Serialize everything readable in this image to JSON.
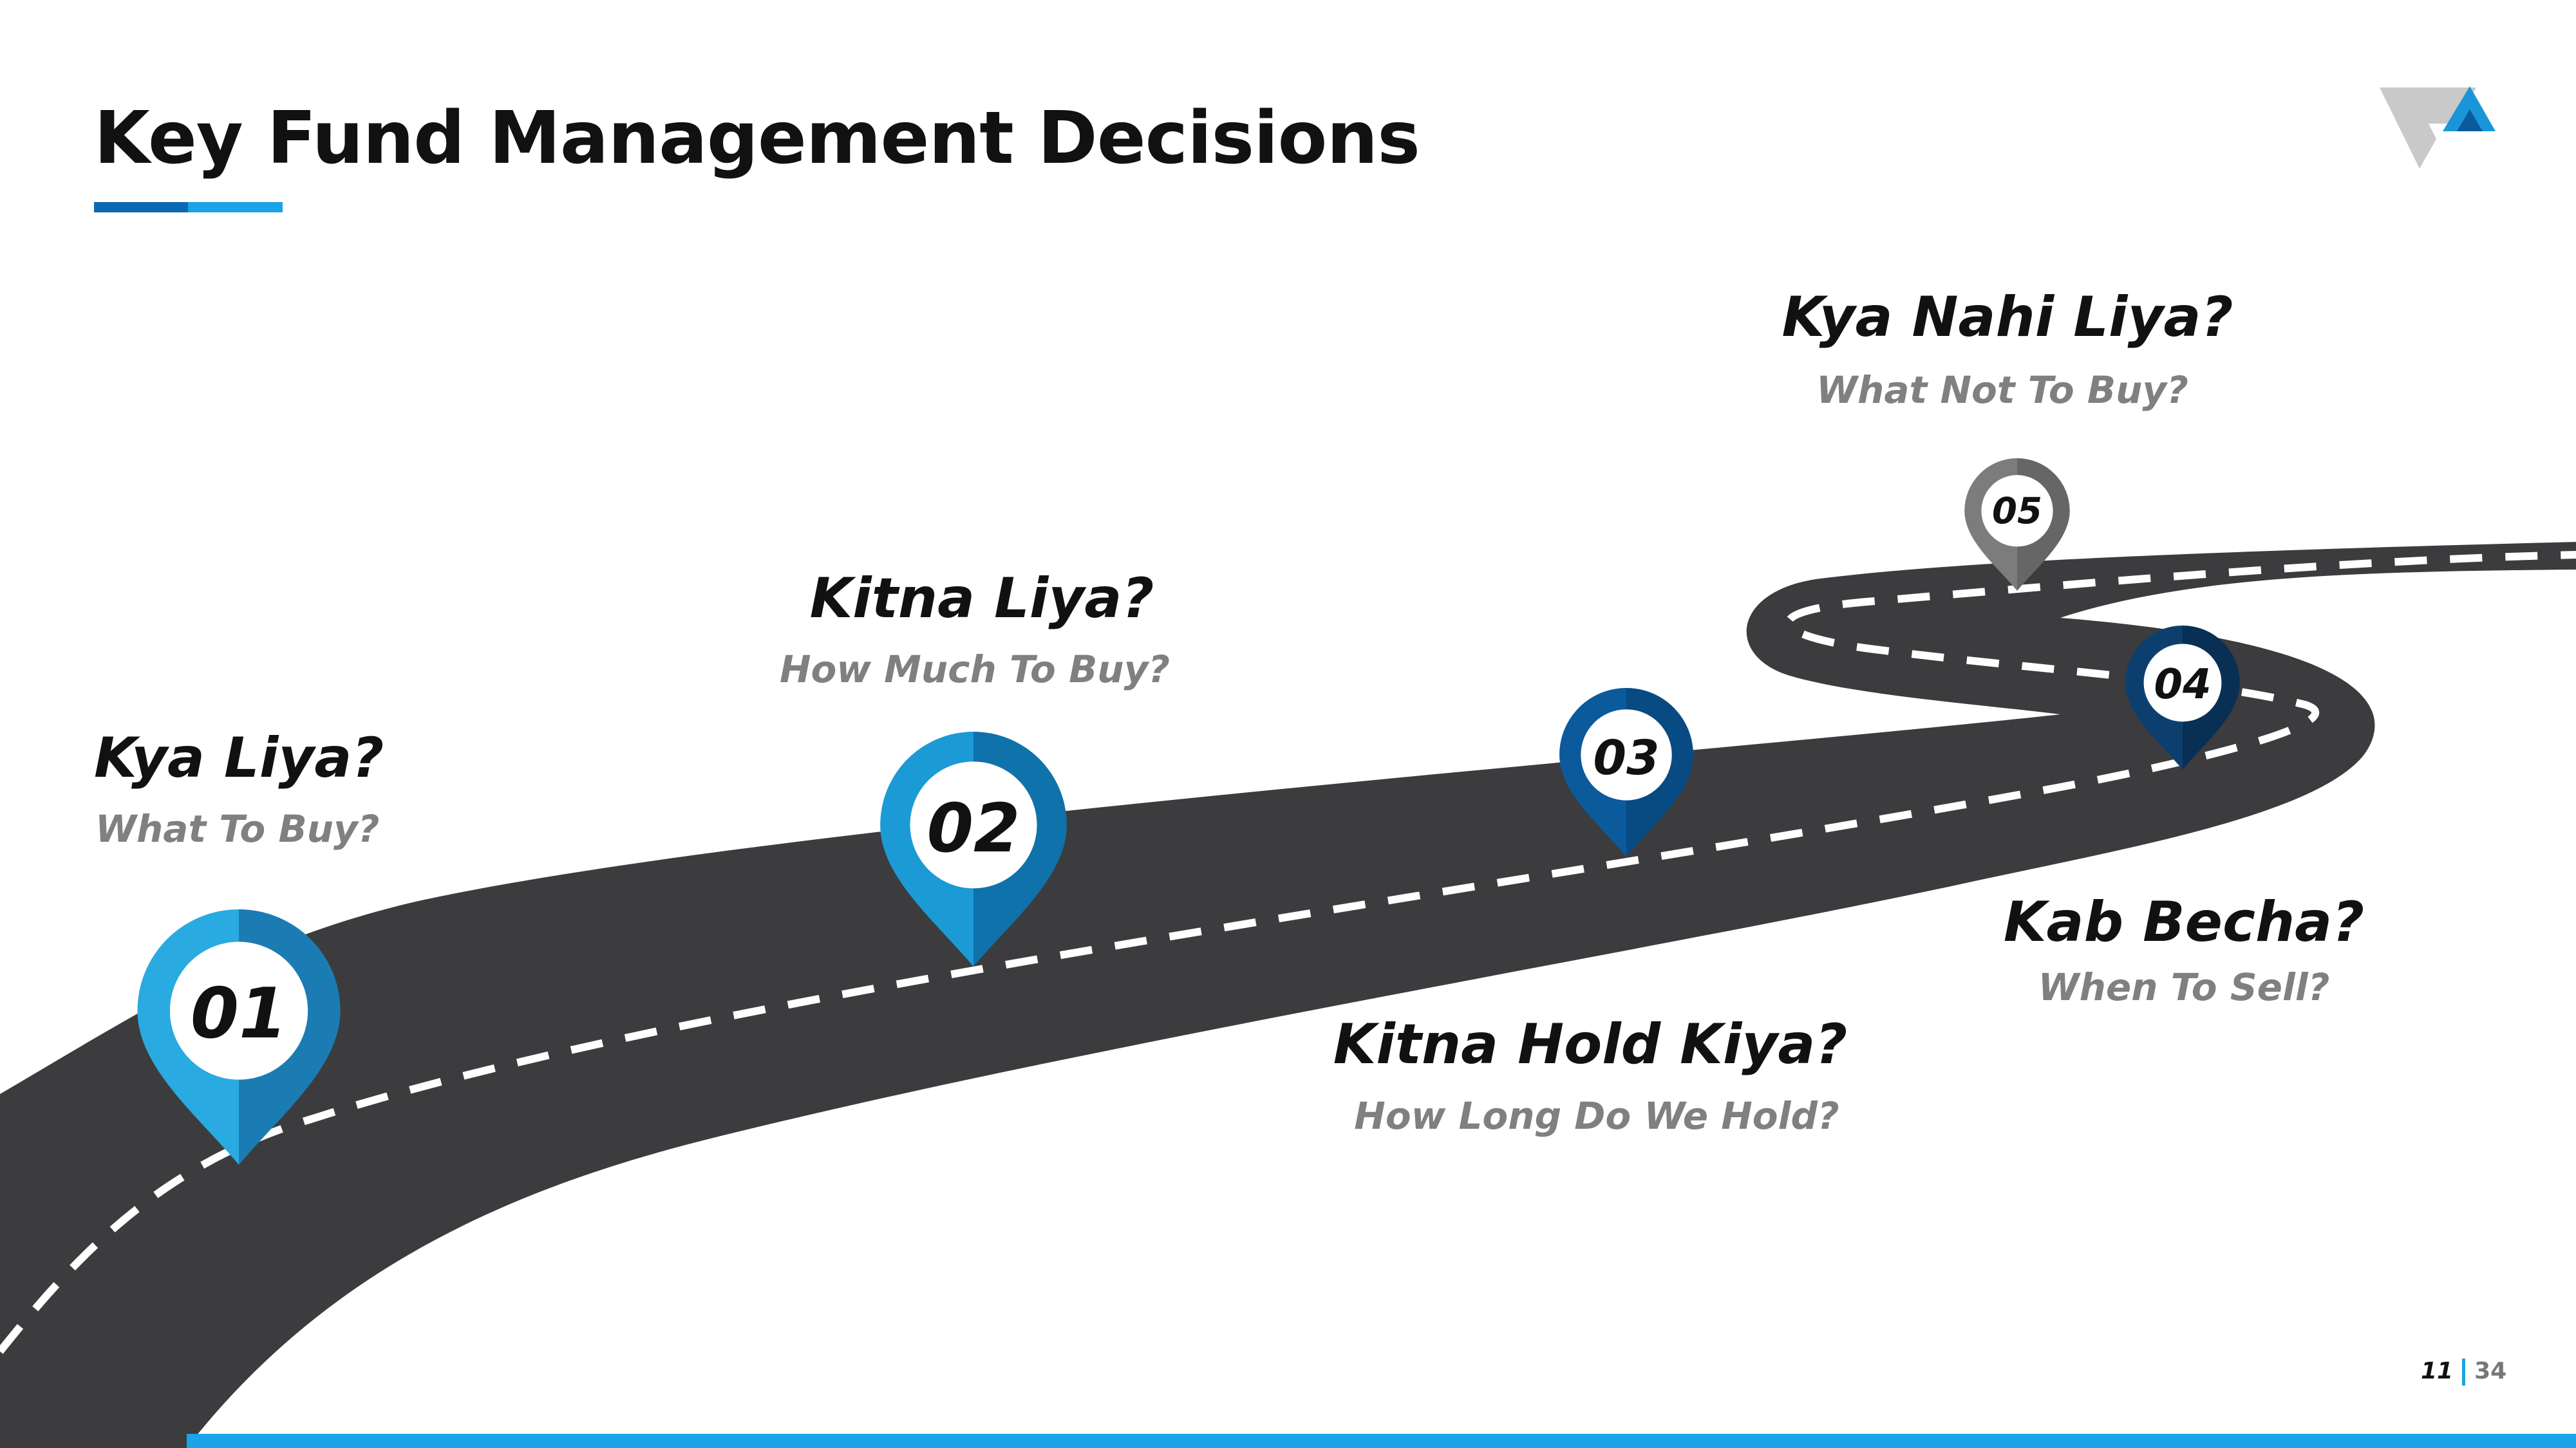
{
  "slide": {
    "title": "Key Fund Management Decisions",
    "page_current": "11",
    "page_total": "34"
  },
  "colors": {
    "road": "#3c3c3e",
    "accent_dark": "#0c68b0",
    "accent_light": "#1aa3e6",
    "pin_01": "#29aae1",
    "pin_02": "#1b9ad6",
    "pin_03": "#0b5a9c",
    "pin_04": "#0d3f6e",
    "pin_05": "#7c7c7c"
  },
  "steps": [
    {
      "number": "01",
      "title": "Kya Liya?",
      "subtitle": "What To Buy?"
    },
    {
      "number": "02",
      "title": "Kitna Liya?",
      "subtitle": "How Much To Buy?"
    },
    {
      "number": "03",
      "title": "Kitna Hold Kiya?",
      "subtitle": "How Long Do We Hold?"
    },
    {
      "number": "04",
      "title": "Kab Becha?",
      "subtitle": "When To Sell?"
    },
    {
      "number": "05",
      "title": "Kya Nahi Liya?",
      "subtitle": "What Not To Buy?"
    }
  ]
}
